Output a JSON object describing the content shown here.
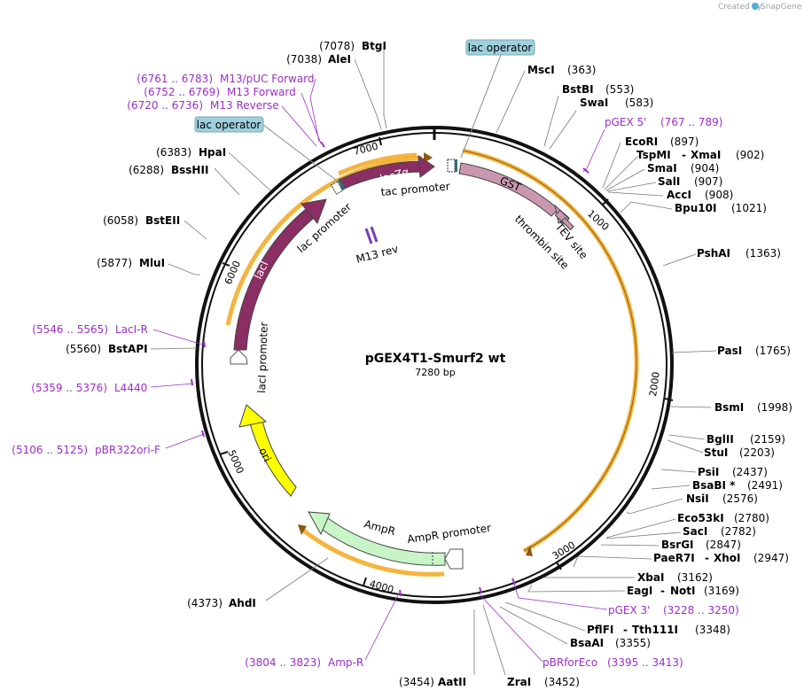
{
  "header": {
    "credit_prefix": "Created by",
    "credit_brand": "SnapGene"
  },
  "plasmid": {
    "name": "pGEX4T1-Smurf2 wt",
    "length_label": "7280 bp",
    "length": 7280
  },
  "colors": {
    "primer": "#9b2fc9",
    "orf_band": "#f2a81d",
    "lac_box": "#9fd0dc",
    "lacI": "#8b2e63",
    "gst": "#c998b0",
    "ampR": "#c8f5c8",
    "ori": "#ffff00"
  },
  "ticks": [
    "1000",
    "2000",
    "3000",
    "4000",
    "5000",
    "6000",
    "7000"
  ],
  "enzymes": [
    {
      "name": "BtgI",
      "pos": "(7078)"
    },
    {
      "name": "AleI",
      "pos": "(7038)"
    },
    {
      "name": "MscI",
      "pos": "(363)"
    },
    {
      "name": "BstBI",
      "pos": "(553)"
    },
    {
      "name": "SwaI",
      "pos": "(583)"
    },
    {
      "name": "EcoRI",
      "pos": "(897)"
    },
    {
      "name": "TspMI",
      "pos": ""
    },
    {
      "name": "XmaI",
      "pos": "(902)"
    },
    {
      "name": "SmaI",
      "pos": "(904)"
    },
    {
      "name": "SalI",
      "pos": "(907)"
    },
    {
      "name": "AccI",
      "pos": "(908)"
    },
    {
      "name": "Bpu10I",
      "pos": "(1021)"
    },
    {
      "name": "PshAI",
      "pos": "(1363)"
    },
    {
      "name": "PasI",
      "pos": "(1765)"
    },
    {
      "name": "BsmI",
      "pos": "(1998)"
    },
    {
      "name": "BglII",
      "pos": "(2159)"
    },
    {
      "name": "StuI",
      "pos": "(2203)"
    },
    {
      "name": "PsiI",
      "pos": "(2437)"
    },
    {
      "name": "BsaBI *",
      "pos": "(2491)"
    },
    {
      "name": "NsiI",
      "pos": "(2576)"
    },
    {
      "name": "Eco53kI",
      "pos": "(2780)"
    },
    {
      "name": "SacI",
      "pos": "(2782)"
    },
    {
      "name": "BsrGI",
      "pos": "(2847)"
    },
    {
      "name": "PaeR7I",
      "pos": ""
    },
    {
      "name": "XhoI",
      "pos": "(2947)"
    },
    {
      "name": "XbaI",
      "pos": "(3162)"
    },
    {
      "name": "EagI",
      "pos": ""
    },
    {
      "name": "NotI",
      "pos": "(3169)"
    },
    {
      "name": "PflFI",
      "pos": ""
    },
    {
      "name": "Tth111I",
      "pos": "(3348)"
    },
    {
      "name": "BsaAI",
      "pos": "(3355)"
    },
    {
      "name": "AatII",
      "pos": "(3454)"
    },
    {
      "name": "ZraI",
      "pos": "(3452)"
    },
    {
      "name": "AhdI",
      "pos": "(4373)"
    },
    {
      "name": "MluI",
      "pos": "(5877)"
    },
    {
      "name": "BstEII",
      "pos": "(6058)"
    },
    {
      "name": "BssHII",
      "pos": "(6288)"
    },
    {
      "name": "HpaI",
      "pos": "(6383)"
    },
    {
      "name": "BstAPI",
      "pos": "(5560)"
    }
  ],
  "primers": [
    {
      "name": "M13/pUC Forward",
      "range": "(6761 .. 6783)"
    },
    {
      "name": "M13 Forward",
      "range": "(6752 .. 6769)"
    },
    {
      "name": "M13 Reverse",
      "range": "(6720 .. 6736)"
    },
    {
      "name": "pGEX 5'",
      "range": "(767 .. 789)"
    },
    {
      "name": "LacI-R",
      "range": "(5546 .. 5565)"
    },
    {
      "name": "L4440",
      "range": "(5359 .. 5376)"
    },
    {
      "name": "pBR322ori-F",
      "range": "(5106 .. 5125)"
    },
    {
      "name": "pGEX 3'",
      "range": "(3228 .. 3250)"
    },
    {
      "name": "pBRforEco",
      "range": "(3395 .. 3413)"
    },
    {
      "name": "Amp-R",
      "range": "(3804 .. 3823)"
    }
  ],
  "features": {
    "lac_operator": "lac operator",
    "lacZa": "lacZα",
    "tac_promoter": "tac promoter",
    "gst": "GST",
    "thrombin_site": "thrombin site",
    "tev_site": "TEV site",
    "lac_promoter": "lac promoter",
    "m13_rev": "M13 rev",
    "lacI": "lacI",
    "lacI_promoter": "lacI promoter",
    "ori": "ori",
    "ampR": "AmpR",
    "ampR_promoter": "AmpR promoter"
  }
}
